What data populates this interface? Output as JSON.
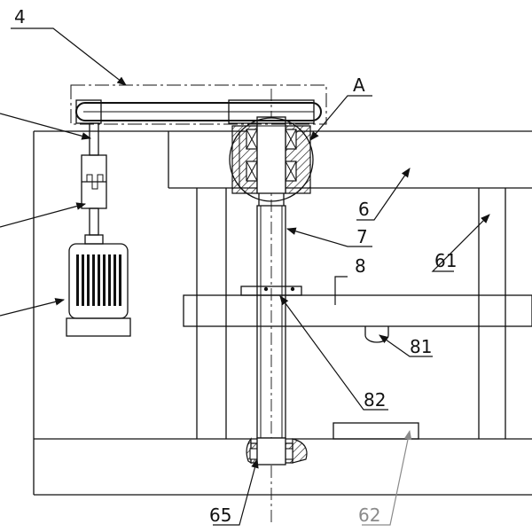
{
  "labels": {
    "l4": "4",
    "lA": "A",
    "l6": "6",
    "l7": "7",
    "l8": "8",
    "l61": "61",
    "l81": "81",
    "l82": "82",
    "l65": "65",
    "l62": "62"
  },
  "colors": {
    "ink": "#111111",
    "faded_label": "#8a8a8a",
    "background": "#ffffff"
  }
}
